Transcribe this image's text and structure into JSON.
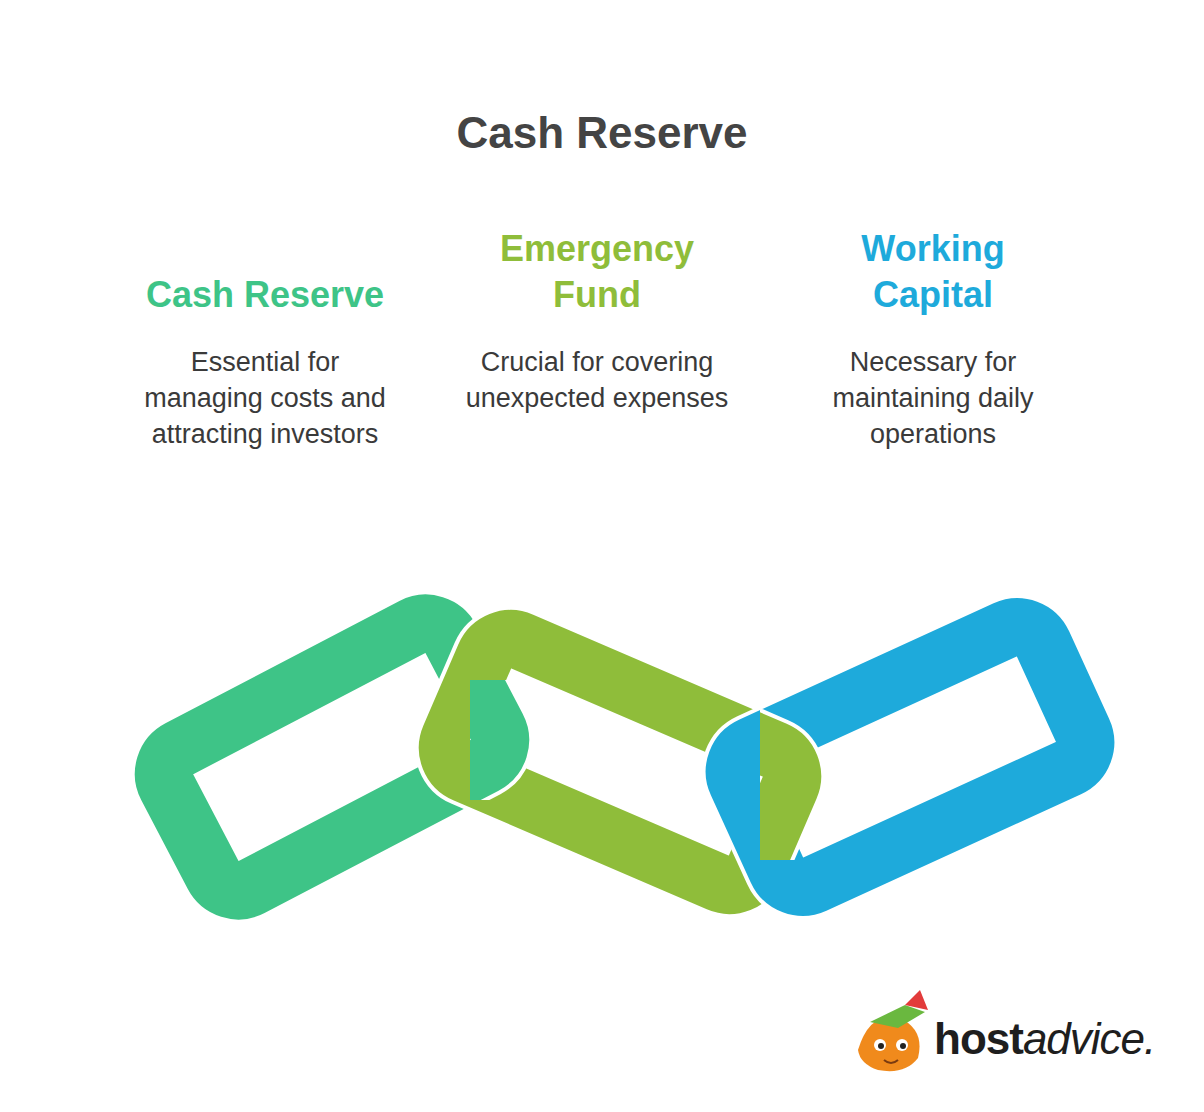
{
  "diagram": {
    "title": "Cash Reserve",
    "nodes": [
      {
        "text": [
          "Cash Reserve",
          "Essential for managing costs and attracting investors"
        ]
      },
      {
        "text": [
          "Emergency Fund",
          "Crucial for covering unexpected expenses"
        ]
      },
      {
        "text": [
          "Working Capital",
          "Necessary for maintaining daily operations"
        ]
      }
    ],
    "labels": [
      "host",
      "advice."
    ]
  }
}
